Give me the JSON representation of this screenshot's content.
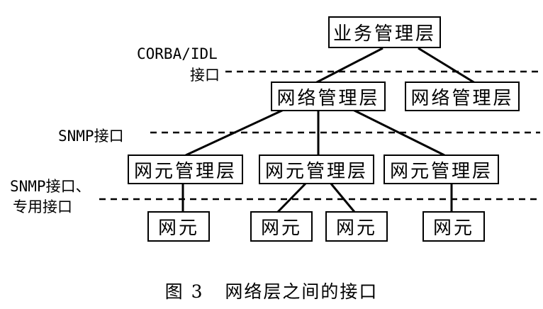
{
  "boxes": {
    "business": "业务管理层",
    "network_1": "网络管理层",
    "network_2": "网络管理层",
    "element_mgmt_1": "网元管理层",
    "element_mgmt_2": "网元管理层",
    "element_mgmt_3": "网元管理层",
    "element_1": "网元",
    "element_2": "网元",
    "element_3": "网元",
    "element_4": "网元"
  },
  "interfaces": {
    "corba_line1": "CORBA/IDL",
    "corba_line2": "接口",
    "snmp": "SNMP接口",
    "snmp_private_line1": "SNMP接口、",
    "snmp_private_line2": "专用接口"
  },
  "caption": "图 3   网络层之间的接口"
}
